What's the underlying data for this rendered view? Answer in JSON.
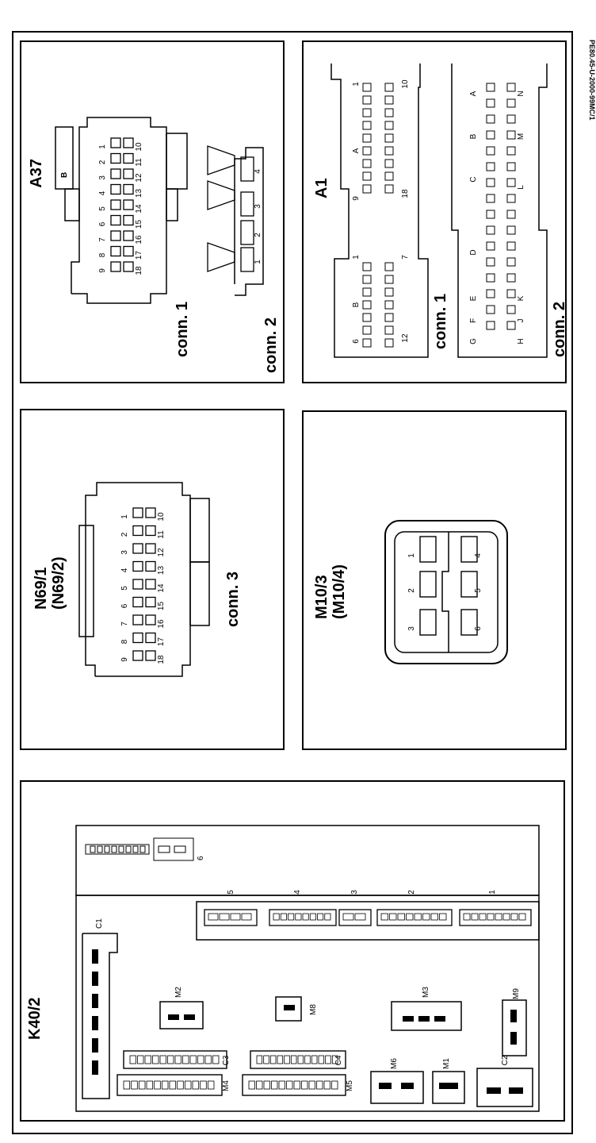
{
  "doc_code": "PE80.45-U-2000-99MC/1",
  "a37": {
    "title": "A37",
    "conn1_label": "conn. 1",
    "conn2_label": "conn. 2",
    "side_mark": "B",
    "conn1_pins_row_a": [
      "1",
      "2",
      "3",
      "4",
      "5",
      "6",
      "7",
      "8",
      "9"
    ],
    "conn1_pins_row_b": [
      "10",
      "11",
      "12",
      "13",
      "14",
      "15",
      "16",
      "17",
      "18"
    ],
    "conn2_pins": [
      "1",
      "2",
      "3",
      "4"
    ]
  },
  "a1": {
    "title": "A1",
    "conn1_label": "conn. 1",
    "conn2_label": "conn. 2",
    "conn1_labels": {
      "p1": "1",
      "p10": "10",
      "A": "A",
      "p9": "9",
      "p18": "18",
      "p1b": "1",
      "p7": "7",
      "B": "B",
      "p6": "6",
      "p12": "12"
    },
    "conn2_letters": [
      "A",
      "B",
      "C",
      "D",
      "E",
      "F",
      "G",
      "H",
      "J",
      "K",
      "L",
      "M",
      "N"
    ]
  },
  "n69": {
    "title": "N69/1",
    "subtitle": "(N69/2)",
    "conn_label": "conn. 3",
    "pins_row_a": [
      "1",
      "2",
      "3",
      "4",
      "5",
      "6",
      "7",
      "8",
      "9"
    ],
    "pins_row_b": [
      "10",
      "11",
      "12",
      "13",
      "14",
      "15",
      "16",
      "17",
      "18"
    ]
  },
  "m10": {
    "title": "M10/3",
    "subtitle": "(M10/4)",
    "pins": [
      "1",
      "2",
      "3",
      "4",
      "5",
      "6"
    ]
  },
  "k40": {
    "title": "K40/2",
    "top_labels": [
      "6"
    ],
    "slot_labels": [
      "5",
      "4",
      "3",
      "2",
      "1"
    ],
    "components": [
      "C1",
      "M2",
      "M8",
      "M3",
      "M9",
      "C3",
      "C4",
      "M4",
      "M5",
      "M6",
      "M1",
      "C2"
    ]
  }
}
